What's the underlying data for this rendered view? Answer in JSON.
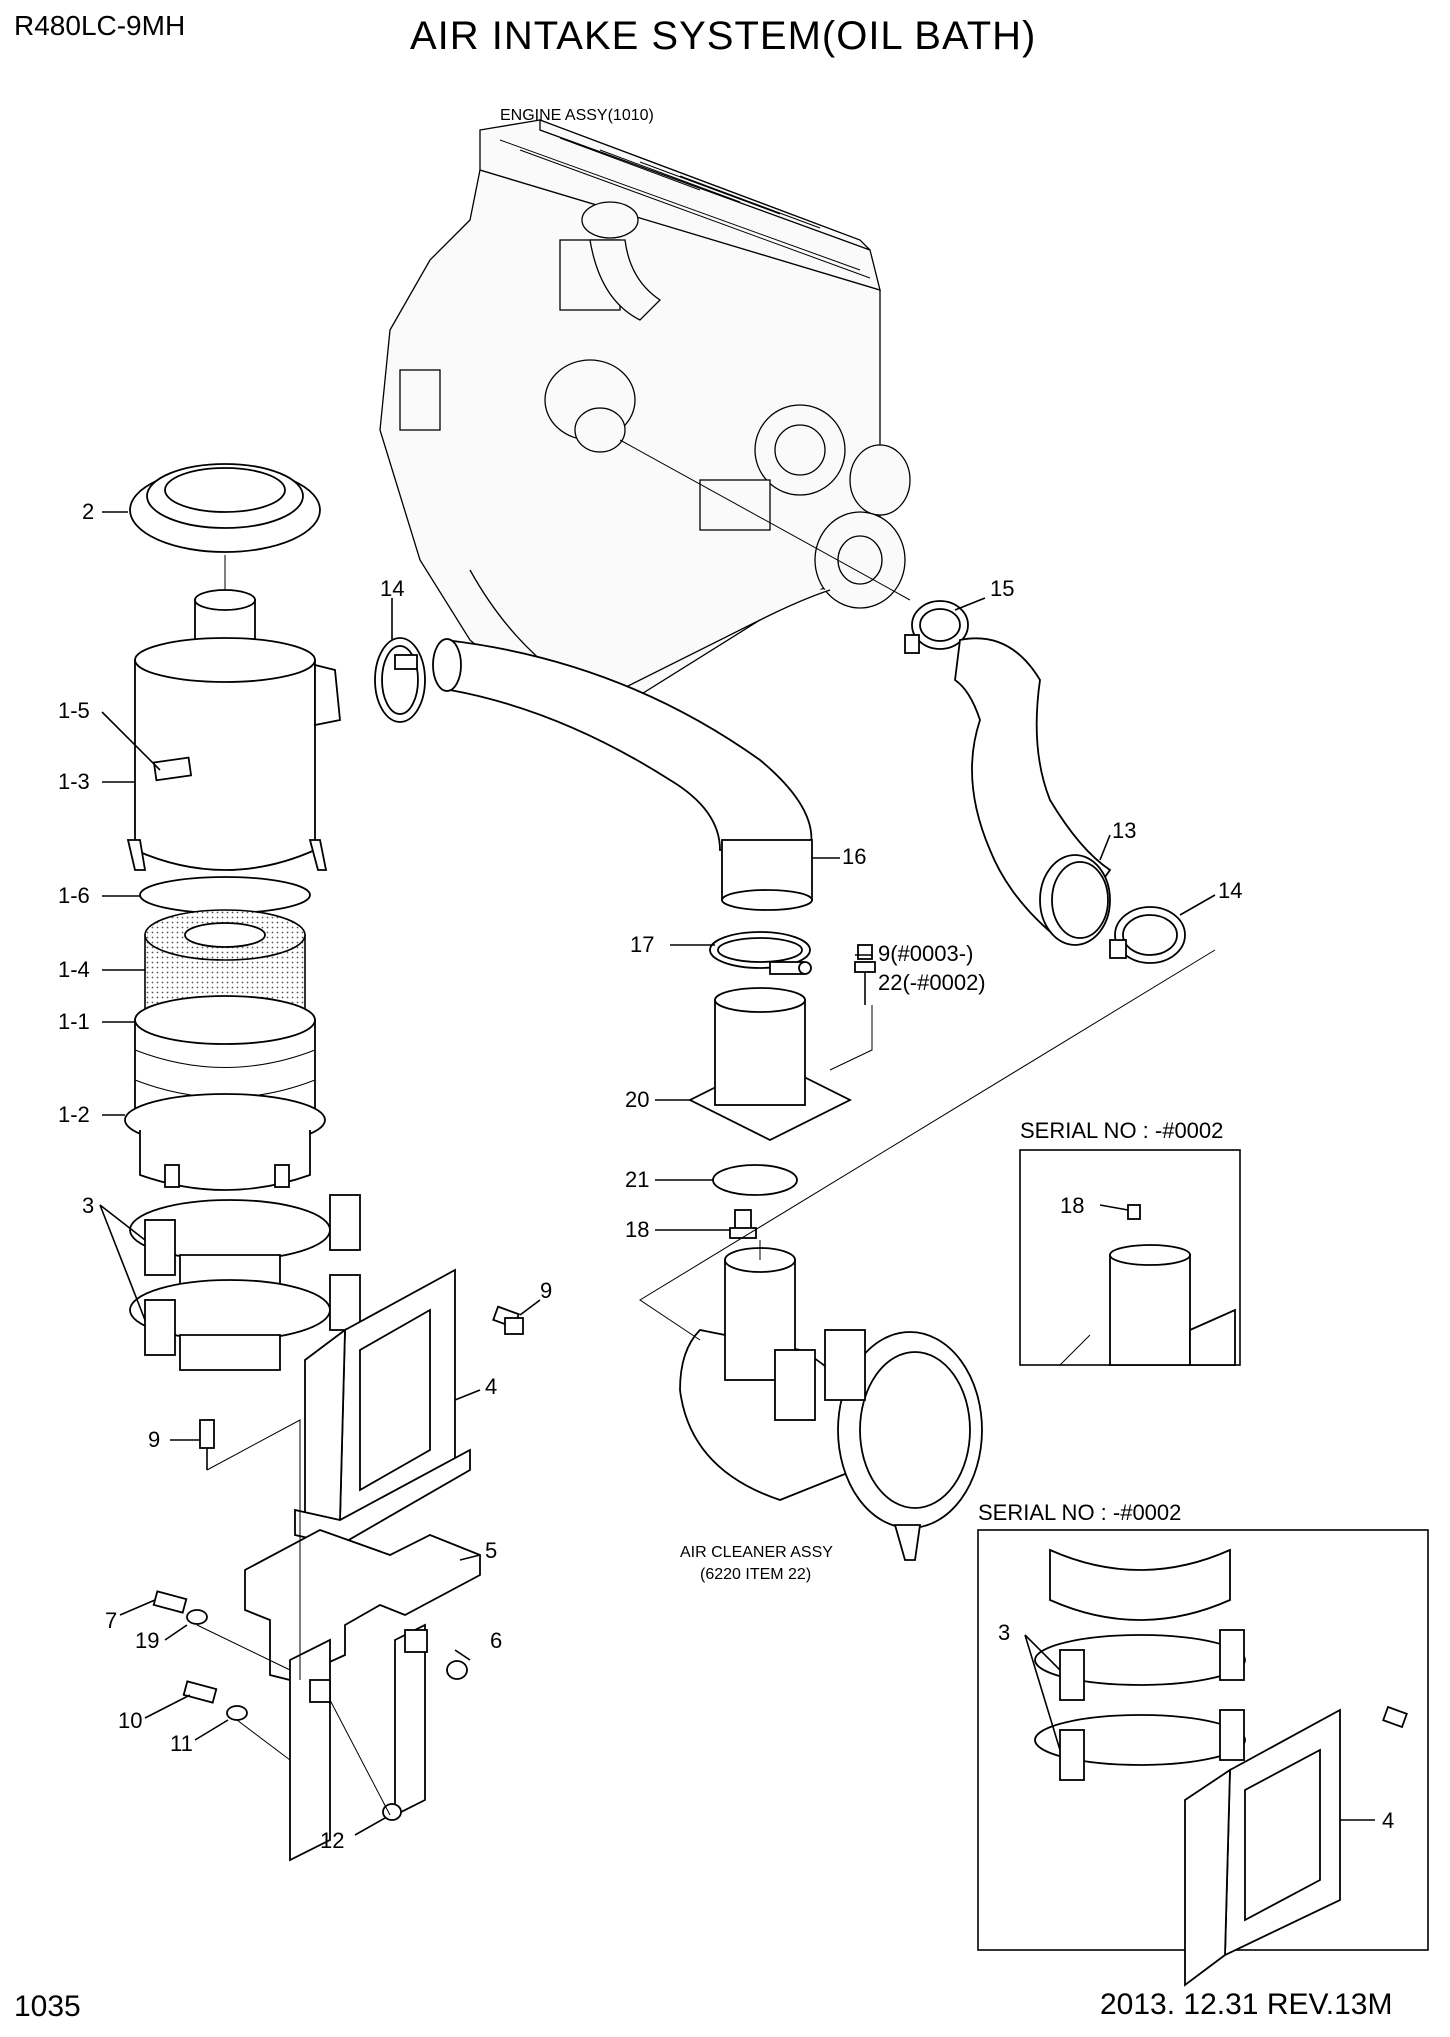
{
  "header": {
    "model": "R480LC-9MH",
    "title": "AIR INTAKE SYSTEM(OIL BATH)"
  },
  "footer": {
    "page": "1035",
    "revision": "2013. 12.31  REV.13M"
  },
  "captions": {
    "engine": "ENGINE ASSY(1010)",
    "air_cleaner_1": "AIR CLEANER ASSY",
    "air_cleaner_2": "(6220 ITEM 22)",
    "serial_1": "SERIAL NO : -#0002",
    "serial_2": "SERIAL NO : -#0002"
  },
  "callouts": {
    "p2": "2",
    "p1_5": "1-5",
    "p1_3": "1-3",
    "p1_6": "1-6",
    "p1_4": "1-4",
    "p1_1": "1-1",
    "p1_2": "1-2",
    "p3": "3",
    "p14a": "14",
    "p15": "15",
    "p16": "16",
    "p13": "13",
    "p14b": "14",
    "p17": "17",
    "p9a": "9(#0003-)",
    "p22": "22(-#0002)",
    "p20": "20",
    "p21": "21",
    "p18": "18",
    "p9b": "9",
    "p4": "4",
    "p9c": "9",
    "p5": "5",
    "p7": "7",
    "p19": "19",
    "p6": "6",
    "p10": "10",
    "p11": "11",
    "p12": "12",
    "p18b": "18",
    "p3b": "3",
    "p4b": "4"
  }
}
